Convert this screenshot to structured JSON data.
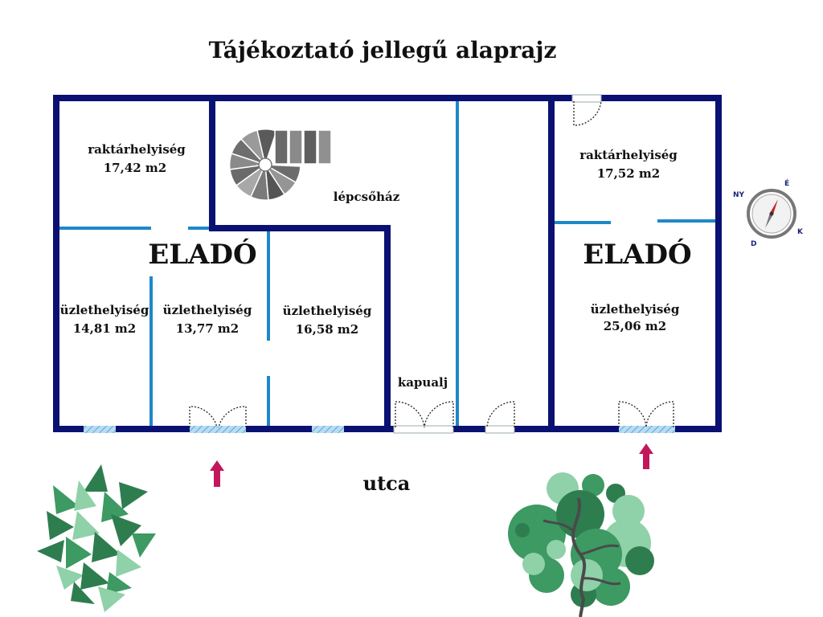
{
  "title": "Tájékoztató jellegű alaprajz",
  "street_label": "utca",
  "sale_labels": [
    "ELADÓ",
    "ELADÓ"
  ],
  "rooms": {
    "storage_left": {
      "name": "raktárhelyiség",
      "area": "17,42 m2"
    },
    "storage_right": {
      "name": "raktárhelyiség",
      "area": "17,52 m2"
    },
    "shop_1": {
      "name": "üzlethelyiség",
      "area": "14,81 m2"
    },
    "shop_2": {
      "name": "üzlethelyiség",
      "area": "13,77 m2"
    },
    "shop_3": {
      "name": "üzlethelyiség",
      "area": "16,58 m2"
    },
    "shop_4": {
      "name": "üzlethelyiség",
      "area": "25,06 m2"
    },
    "stairwell": {
      "name": "lépcsőház"
    },
    "gateway": {
      "name": "kapualj"
    }
  },
  "compass": {
    "n": "NY",
    "e": "É",
    "s": "D",
    "w": "K"
  },
  "colors": {
    "outer_wall": "#0a1172",
    "inner_wall": "#1e88c8",
    "window": "#8fc3e6",
    "entrance_arrow": "#c2185b",
    "tree_dark": "#2e7d4f",
    "tree_light": "#8fd1a8"
  },
  "icons": [
    "spiral-stair-icon",
    "compass-icon",
    "entrance-arrow-icon",
    "tree-icon"
  ]
}
